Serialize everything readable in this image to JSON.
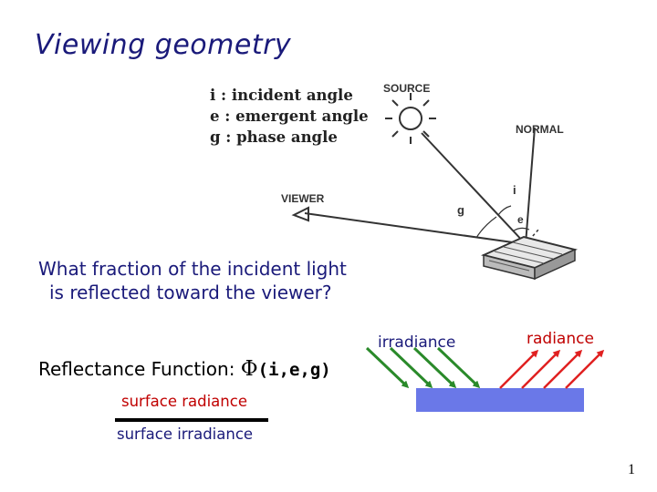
{
  "title": "Viewing geometry",
  "legend": [
    "i : incident angle",
    "e : emergent angle",
    "g : phase angle"
  ],
  "figure": {
    "source_label": "SOURCE",
    "normal_label": "NORMAL",
    "viewer_label": "VIEWER",
    "angle_i": "i",
    "angle_g": "g",
    "angle_e": "e"
  },
  "question": {
    "line1": "What fraction of the incident light",
    "line2": "is reflected toward the viewer?"
  },
  "reflectance": {
    "prefix": "Reflectance Function: ",
    "symbol": "Φ",
    "args": "(i,e,g)"
  },
  "fraction": {
    "numerator": "surface radiance",
    "denominator": "surface irradiance"
  },
  "light_diagram": {
    "irradiance_label": "irradiance",
    "radiance_label": "radiance",
    "incoming_color": "#2a8a2a",
    "outgoing_color": "#e02020",
    "surface_color": "#6a78e8"
  },
  "page_number": "1"
}
